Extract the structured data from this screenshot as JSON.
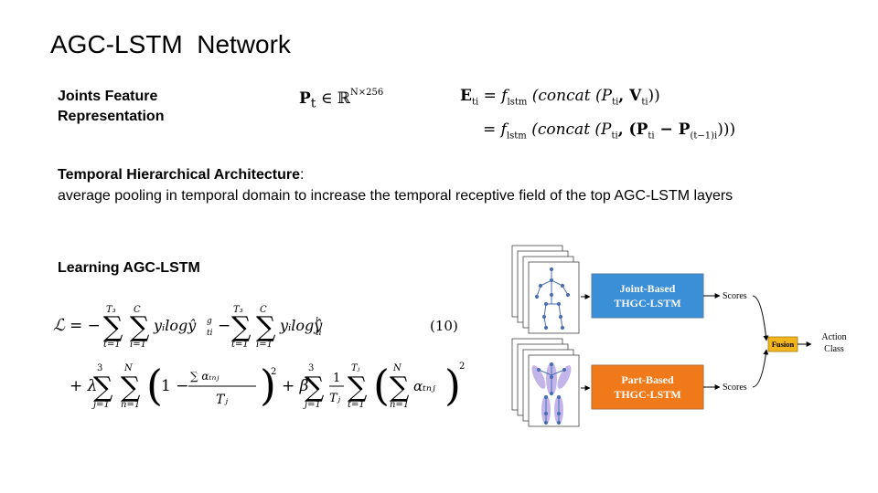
{
  "slide": {
    "title": "AGC-LSTM  Network",
    "joints_label_line1": "Joints Feature",
    "joints_label_line2": "Representation",
    "temporal_heading": "Temporal Hierarchical Architecture",
    "temporal_colon": ":",
    "temporal_body": "average pooling in temporal domain to increase the temporal receptive field of the top AGC-LSTM layers",
    "learning_heading": "Learning AGC-LSTM"
  },
  "equations": {
    "p_lhs": "P",
    "p_sub": "t",
    "p_in": " ∈ ℝ",
    "p_sup": "N×256",
    "e_line1_lhs": "E",
    "e_line1_sub": "ti",
    "e_line1_rhs": " = f",
    "e_line1_fsub": "lstm",
    "e_line1_body": " (concat (P",
    "e_line1_b_sub": "ti",
    "e_line1_tail": ", V",
    "e_line1_tail_sub": "ti",
    "e_line1_end": "))",
    "e_line2_rhs": "= f",
    "e_line2_fsub": "lstm",
    "e_line2_body": " (concat (P",
    "e_line2_b_sub": "ti",
    "e_line2_mid": ", (P",
    "e_line2_mid_sub": "ti",
    "e_line2_minus": " − P",
    "e_line2_minus_sub": "(t−1)i",
    "e_line2_end": ")))",
    "loss_number": "(10)"
  },
  "diagram": {
    "joint_box_line1": "Joint-Based",
    "joint_box_line2": "THGC-LSTM",
    "part_box_line1": "Part-Based",
    "part_box_line2": "THGC-LSTM",
    "scores_top": "Scores",
    "scores_bottom": "Scores",
    "fusion": "Fusion",
    "action_line1": "Action",
    "action_line2": "Class",
    "colors": {
      "joint_box": "#3a8fd6",
      "part_box": "#f07a1a",
      "fusion": "#f2b61c",
      "part_highlight": "#b9a8e6",
      "skeleton": "#4a6fb5"
    }
  }
}
